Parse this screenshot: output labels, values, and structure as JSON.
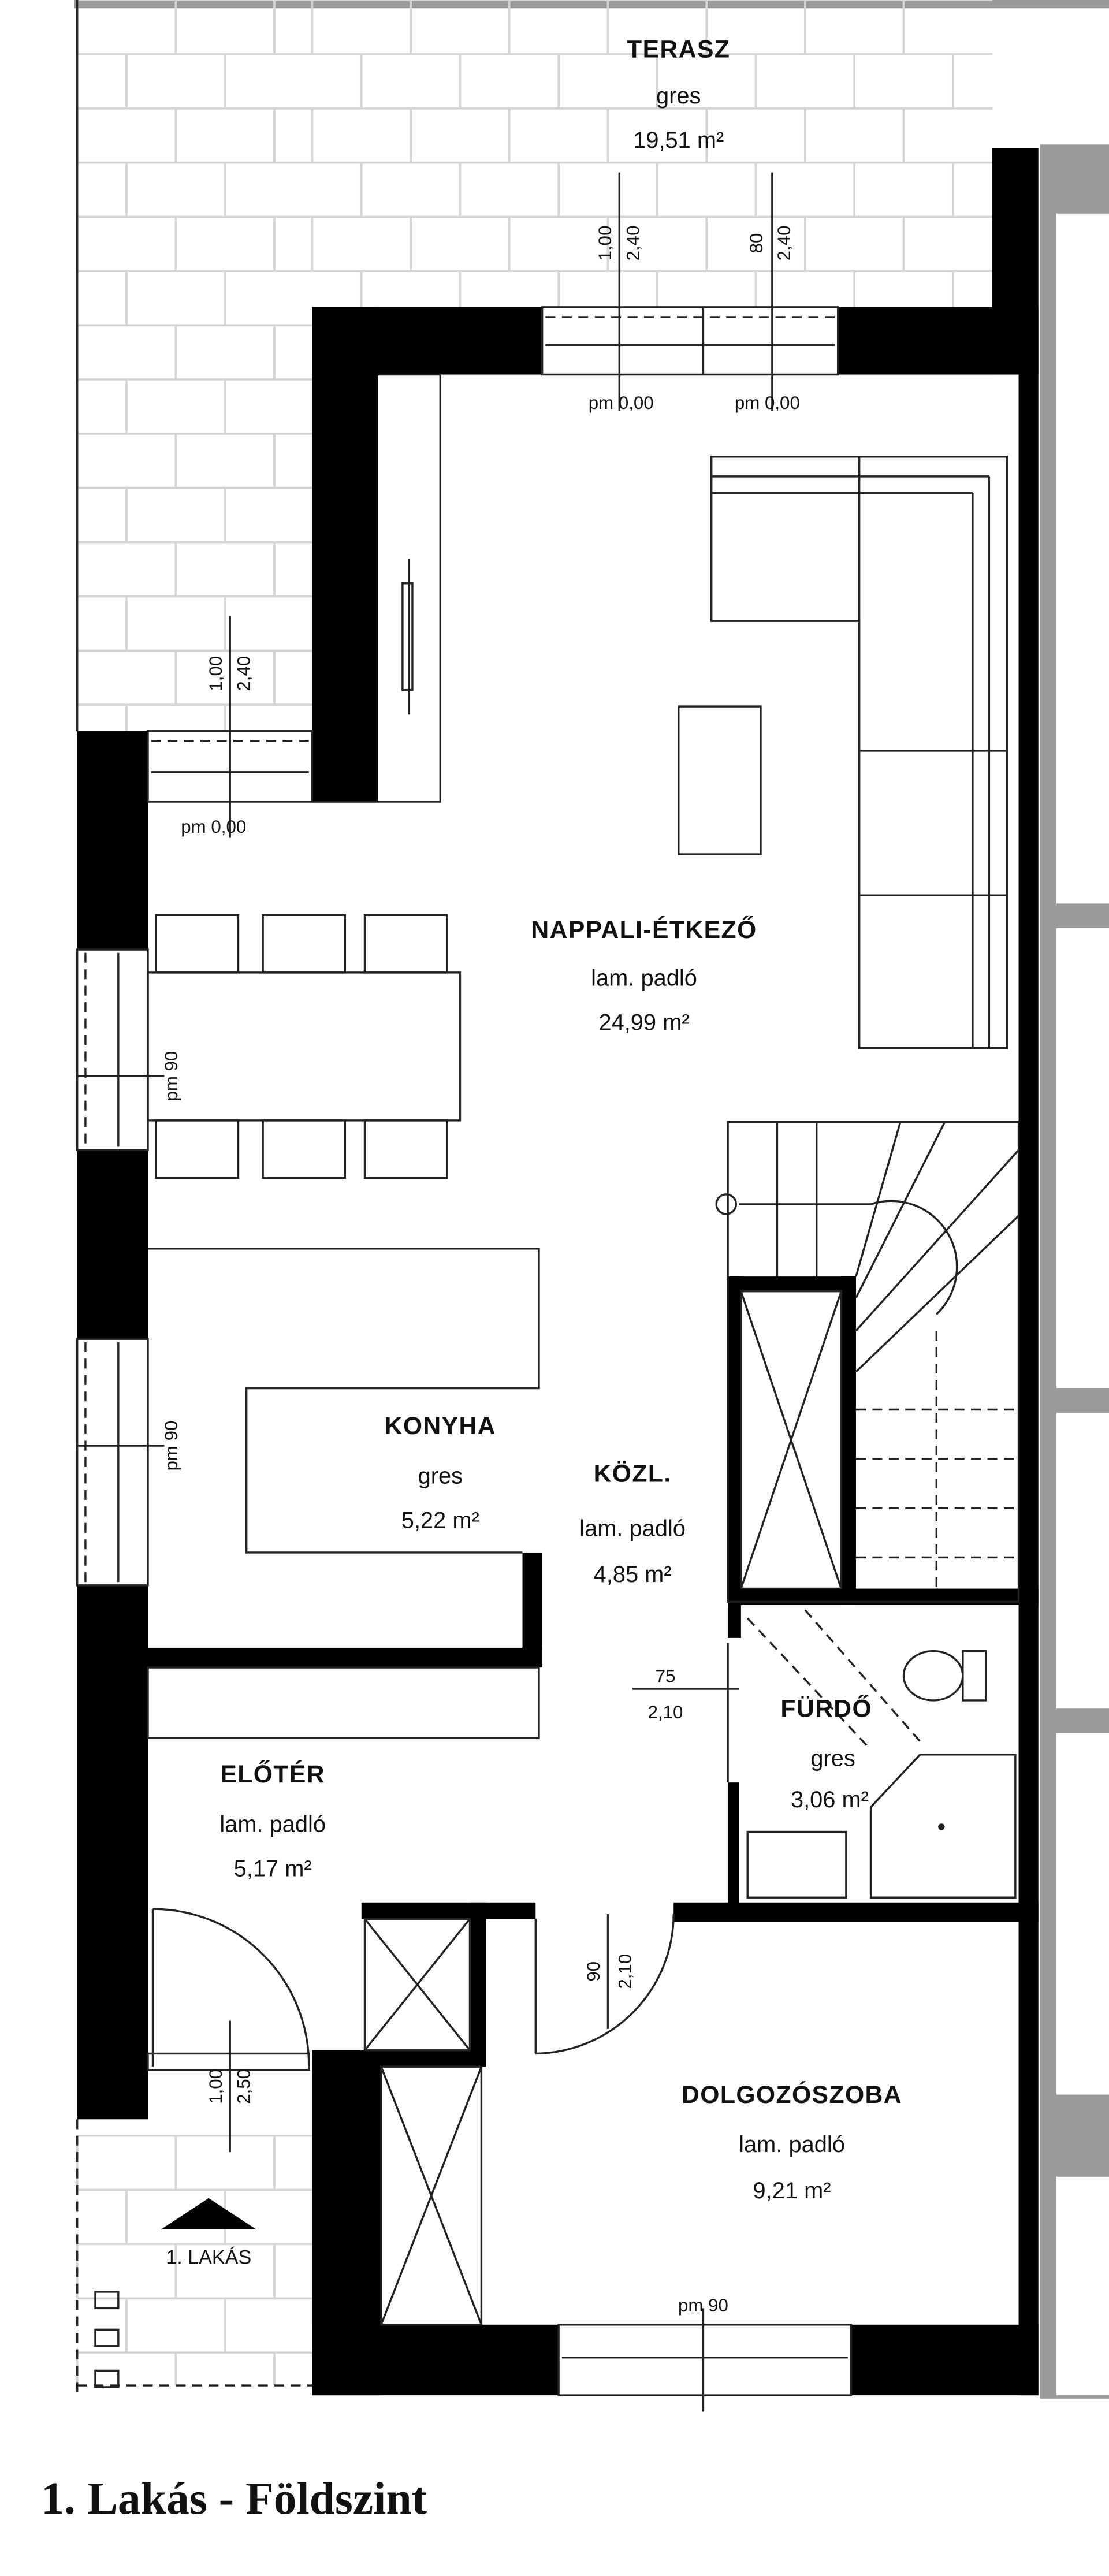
{
  "rooms": {
    "terrace": {
      "name": "TERASZ",
      "floor": "gres",
      "area": "19,51 m²"
    },
    "living": {
      "name": "NAPPALI-ÉTKEZŐ",
      "floor": "lam. padló",
      "area": "24,99 m²"
    },
    "kitchen": {
      "name": "KONYHA",
      "floor": "gres",
      "area": "5,22 m²"
    },
    "hall": {
      "name": "KÖZL.",
      "floor": "lam. padló",
      "area": "4,85 m²"
    },
    "bath": {
      "name": "FÜRDŐ",
      "floor": "gres",
      "area": "3,06 m²"
    },
    "entry": {
      "name": "ELŐTÉR",
      "floor": "lam. padló",
      "area": "5,17 m²"
    },
    "study": {
      "name": "DOLGOZÓSZOBA",
      "floor": "lam. padló",
      "area": "9,21 m²"
    }
  },
  "dimensions": {
    "terrace_door1": {
      "w": "1,00",
      "h": "2,40",
      "sill": "pm 0,00"
    },
    "terrace_door2": {
      "w": "80",
      "h": "2,40",
      "sill": "pm 0,00"
    },
    "side_door": {
      "w": "1,00",
      "h": "2,40",
      "sill": "pm 0,00"
    },
    "window_dining": "pm 90",
    "window_kitchen": "pm 90",
    "bath_door": {
      "w": "75",
      "h": "2,10"
    },
    "study_door": {
      "w": "90",
      "h": "2,10"
    },
    "entry_door": {
      "w": "1,00",
      "h": "2,50"
    },
    "window_study": "pm 90"
  },
  "entrance_label": "1. LAKÁS",
  "title": "1. Lakás - Földszint"
}
